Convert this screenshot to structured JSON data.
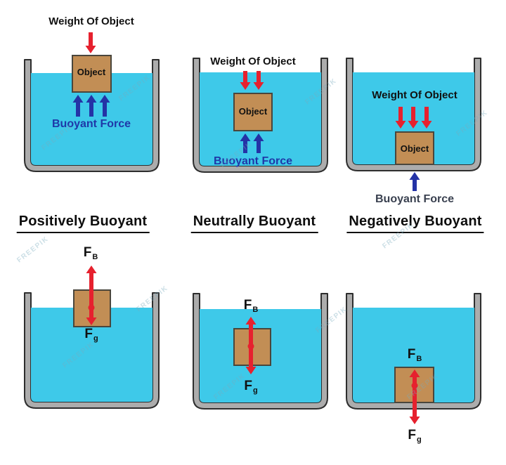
{
  "colors": {
    "water": "#3EC9E9",
    "wall": "#ACACAC",
    "outline": "#2E2E2E",
    "object": "#C28E55",
    "objborder": "#4A463C",
    "red": "#E6212E",
    "blue": "#2433A6",
    "navy_text": "#1F38A8",
    "buoyant3_text": "#3A4150",
    "dark_text": "#111111",
    "caption": "#0D0D0D",
    "watermark": "rgba(120,170,188,0.38)"
  },
  "watermark": {
    "text": "FREEPIK"
  },
  "panels_top": [
    {
      "id": "positively",
      "weight_label": "Weight Of Object",
      "object_label": "Object",
      "buoyant_label": "Buoyant Force"
    },
    {
      "id": "neutrally",
      "weight_label": "Weight Of Object",
      "object_label": "Object",
      "buoyant_label": "Buoyant Force"
    },
    {
      "id": "negatively",
      "weight_label": "Weight Of Object",
      "object_label": "Object",
      "buoyant_label": "Buoyant Force"
    }
  ],
  "captions": [
    {
      "label": "Positively Buoyant"
    },
    {
      "label": "Neutrally Buoyant"
    },
    {
      "label": "Negatively Buoyant"
    }
  ],
  "panels_bottom": [
    {
      "fb": {
        "main": "F",
        "sub": "B"
      },
      "fg": {
        "main": "F",
        "sub": "g"
      }
    },
    {
      "fb": {
        "main": "F",
        "sub": "B"
      },
      "fg": {
        "main": "F",
        "sub": "g"
      }
    },
    {
      "fb": {
        "main": "F",
        "sub": "B"
      },
      "fg": {
        "main": "F",
        "sub": "g"
      }
    }
  ]
}
